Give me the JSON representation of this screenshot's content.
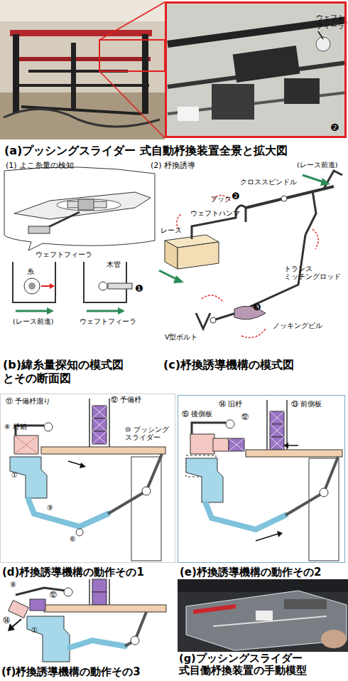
{
  "diagram": {
    "nodes": [
      {
        "text": [
          "(a)プッシングスライダー 式自動杼換装置全景と拡大図"
        ]
      },
      {
        "text": [
          "ウェフト フィーラ",
          "❷"
        ],
        "in": 0
      },
      {
        "text": [
          "(b)緯糸量探知の模式図 とその断面図"
        ]
      },
      {
        "text": [
          "(c)杼換誘導機構の模式図"
        ]
      },
      {
        "text": [
          "(d)杼換誘導機構の動作その1"
        ]
      },
      {
        "text": [
          "(e)杼換誘導機構の動作その2"
        ]
      },
      {
        "text": [
          "(f)杼換誘導機構の動作その3"
        ]
      },
      {
        "text": [
          "(g)プッシングスライダー 式目働杼換装置の手動模型"
        ]
      }
    ],
    "labels": [
      "(1) よこ糸量の検知",
      "ウェフトフィーラ",
      "木管",
      "糸",
      "❶",
      "(レース前進)",
      "ウェフトフィーラ",
      "(2) 杼換誘導",
      "(レース前進)",
      "クロススピンドル",
      "フック",
      "❷",
      "ウェフトハンマ",
      "レース",
      "トランス ミッチングロッド",
      "❸",
      "ノッキングビル",
      "V型ボルト",
      "⑪ 予備杼溜り",
      "⑫ 予備杼",
      "⑧ 杼箱",
      "⑩ プッシング スライダー",
      "①",
      "⑨",
      "⑥",
      "⑭ 旧杼",
      "⑬ 前側板",
      "⑮ 後側板",
      "⑫",
      "⑧",
      "⑫",
      "⑭",
      "①"
    ]
  }
}
